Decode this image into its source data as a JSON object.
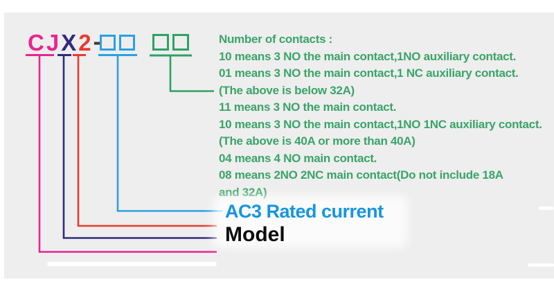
{
  "model_code": {
    "letters": [
      {
        "char": "C",
        "color": "pink"
      },
      {
        "char": "J",
        "color": "pink"
      },
      {
        "char": "X",
        "color": "navy"
      },
      {
        "char": "2",
        "color": "red"
      },
      {
        "char": "-",
        "color": "dash"
      }
    ]
  },
  "contacts_note": {
    "title": "Number of contacts :",
    "lines": [
      "10 means 3 NO the main contact,1NO auxiliary contact.",
      "01 means 3 NO the main contact,1 NC auxiliary contact.",
      "(The above is below 32A)",
      "11 means 3 NO the main contact.",
      "10 means 3 NO the main contact,1NO 1NC auxiliary contact.",
      "(The above is 40A or more than 40A)",
      "04 means 4 NO main contact.",
      "08 means 2NO 2NC main contact(Do not include 18A",
      "and 32A)"
    ]
  },
  "labels": {
    "ac3": "AC3 Rated current",
    "model": "Model"
  },
  "colors": {
    "pink": "#e9258e",
    "navy": "#312b7e",
    "red": "#e73b31",
    "blue": "#2aa1e1",
    "blue-text": "#1695e0",
    "green": "#2fa164",
    "green-text": "#3aa469",
    "dash": "#3a3a3a",
    "model-text": "#0d0d0d",
    "panel": "#eeeeee"
  }
}
